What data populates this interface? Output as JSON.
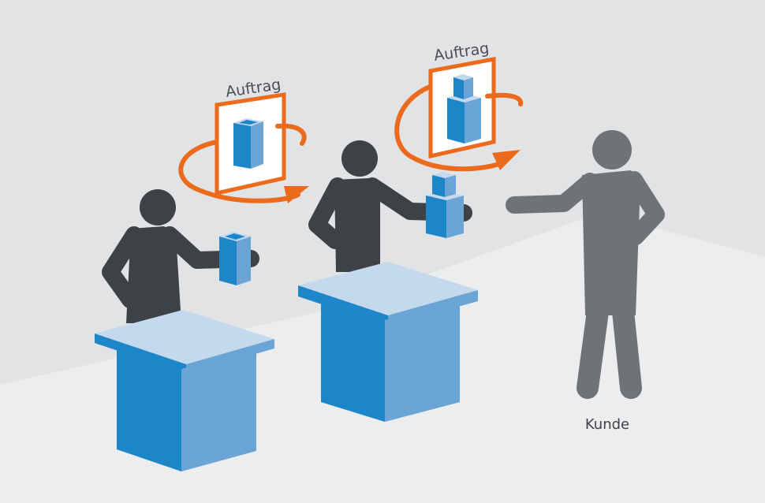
{
  "labels": {
    "order_left": "Auftrag",
    "order_right": "Auftrag",
    "customer": "Kunde"
  },
  "colors": {
    "background": "#e2e3e5",
    "floor": "#eceded",
    "worker": "#3e4247",
    "customer": "#6f7378",
    "accent_orange": "#ec6a1c",
    "blue_dark": "#1d86c8",
    "blue_light": "#6aa5d6",
    "blue_top": "#c5d9ee"
  },
  "icons": {
    "worker_left": "worker-figure-icon",
    "worker_middle": "worker-figure-icon",
    "customer": "customer-figure-icon",
    "order_card": "order-card-icon",
    "cycle_arrow": "circular-arrow-icon"
  }
}
